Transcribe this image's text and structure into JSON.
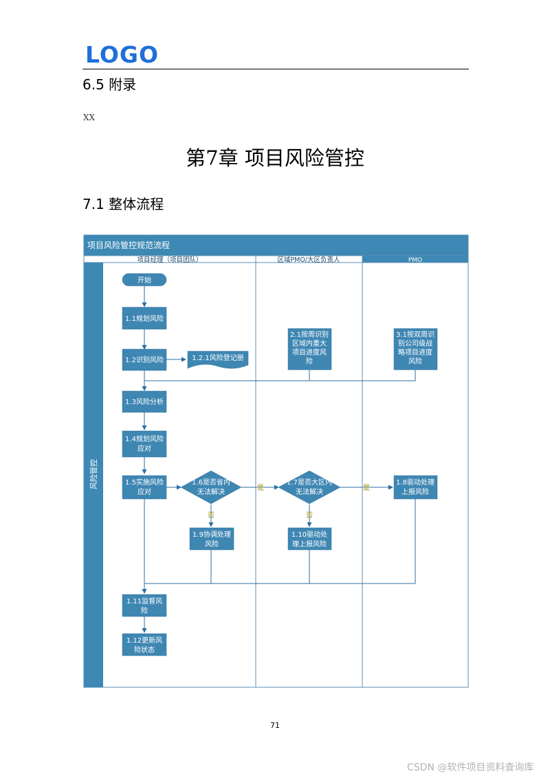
{
  "header": {
    "logo_text": "LOGO"
  },
  "sections": {
    "s65": "6.5  附录",
    "s65_body": "XX",
    "chapter": "第7章  项目风险管控",
    "s71": "7.1  整体流程"
  },
  "diagram": {
    "title": "项目风险管控规范流程",
    "lane_headers": [
      "项目经理（项目团队）",
      "区域PMO/大区负责人",
      "PMO"
    ],
    "row_label": "风险管控",
    "nodes": {
      "start": "开始",
      "n11": "1.1规划风险",
      "n12": [
        "1.2识别风险"
      ],
      "doc121": "1.2.1风险登记册",
      "n21": [
        "2.1按周识别",
        "区域内重大",
        "项目进度风",
        "险"
      ],
      "n31": [
        "3.1按双周识",
        "别公司级战",
        "略项目进度",
        "风险"
      ],
      "n13": "1.3风险分析",
      "n14": [
        "1.4规划风险",
        "应对"
      ],
      "n15": [
        "1.5实施风险",
        "应对"
      ],
      "d16": [
        "1.6是否省内",
        "无法解决"
      ],
      "d17": [
        "1.7是否大区内",
        "无法解决"
      ],
      "n18": [
        "1.8驱动处理",
        "上报风险"
      ],
      "n19": [
        "1.9协调处理",
        "风险"
      ],
      "n110": [
        "1.10驱动处",
        "理上报风险"
      ],
      "n111": [
        "1.11监督风",
        "险"
      ],
      "n112": [
        "1.12更新风",
        "险状态"
      ]
    },
    "edge_labels": {
      "yes": "是",
      "no": "否"
    }
  },
  "footer": {
    "page_number": "71",
    "watermark": "CSDN @软件项目资料查询库"
  },
  "colors": {
    "logo": "#1e6fd9",
    "lane": "#3d88b4",
    "node": "#3f87b3",
    "line": "#2b6ea3",
    "label": "#9a8a10"
  }
}
